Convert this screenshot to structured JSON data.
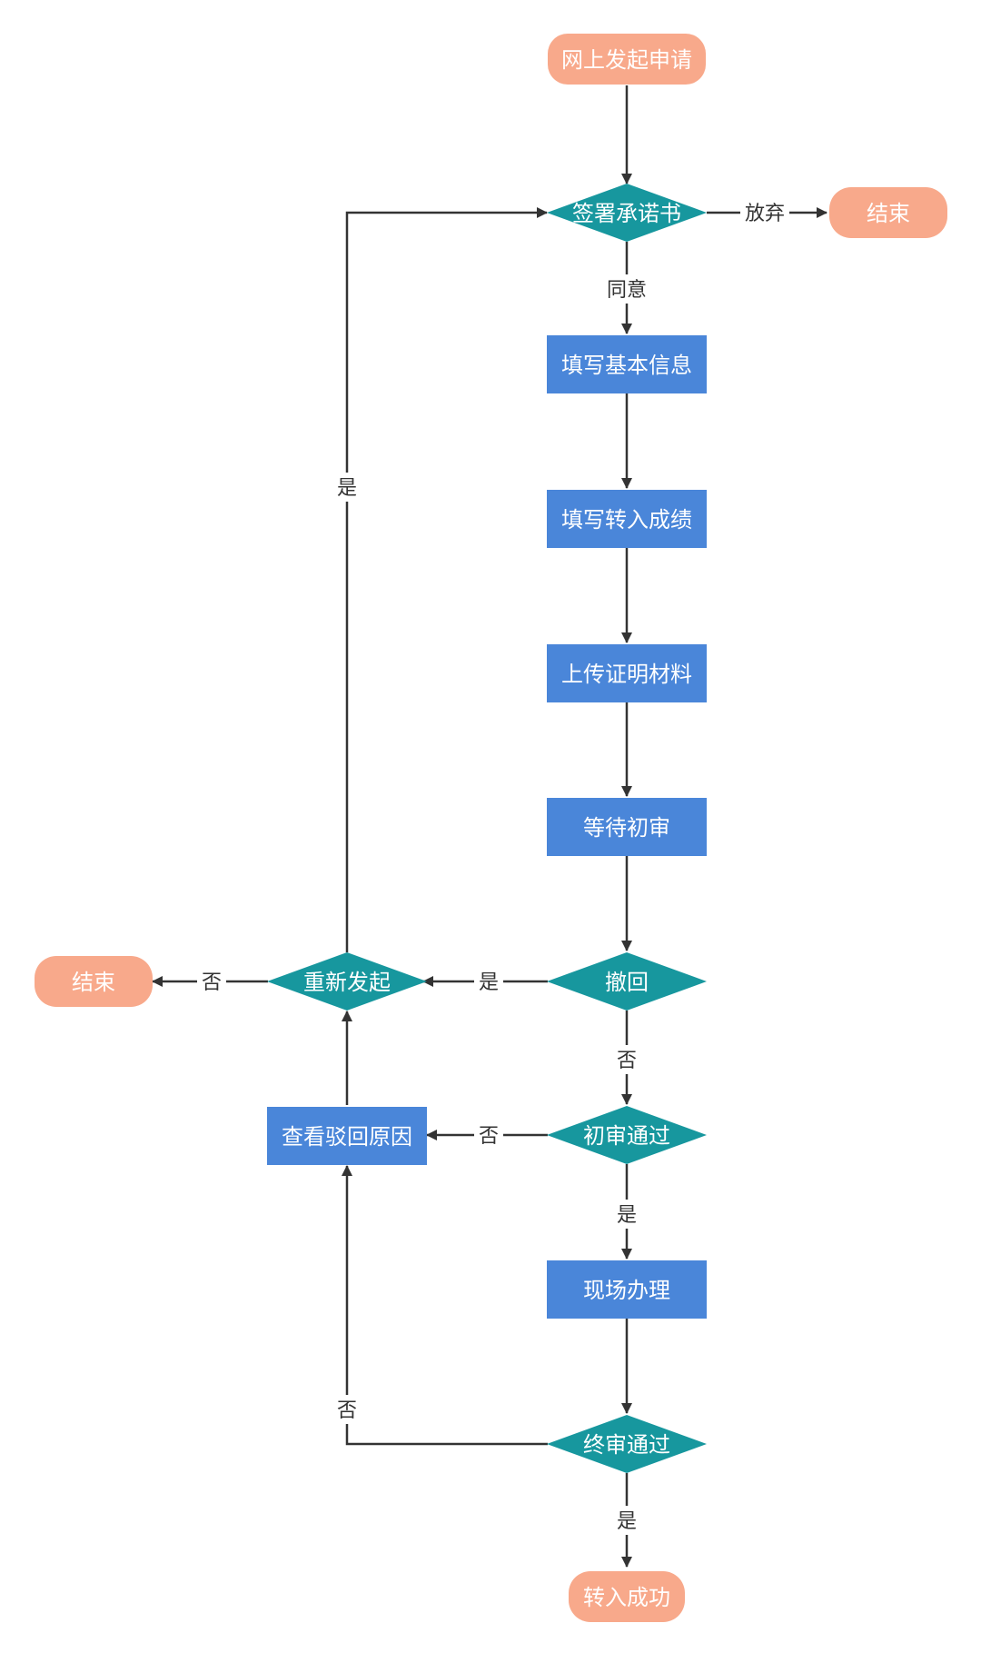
{
  "colors": {
    "terminal": "#F8A98B",
    "process": "#4A86D9",
    "decision": "#17979E",
    "line": "#333333",
    "text": "#ffffff",
    "label": "#333333"
  },
  "nodes": {
    "start": "网上发起申请",
    "sign_commitment": "签署承诺书",
    "end_top": "结束",
    "fill_basic_info": "填写基本信息",
    "fill_transfer_grades": "填写转入成绩",
    "upload_proof": "上传证明材料",
    "wait_initial_review": "等待初审",
    "withdraw": "撤回",
    "reinitiate": "重新发起",
    "end_left": "结束",
    "initial_review_passed": "初审通过",
    "view_rejection_reason": "查看驳回原因",
    "onsite_processing": "现场办理",
    "final_review_passed": "终审通过",
    "transfer_success": "转入成功"
  },
  "edge_labels": {
    "abandon": "放弃",
    "agree": "同意",
    "reinitiate_yes": "是",
    "withdraw_yes": "是",
    "reinitiate_no": "否",
    "withdraw_no": "否",
    "initial_no": "否",
    "initial_yes": "是",
    "final_no": "否",
    "final_yes": "是"
  }
}
